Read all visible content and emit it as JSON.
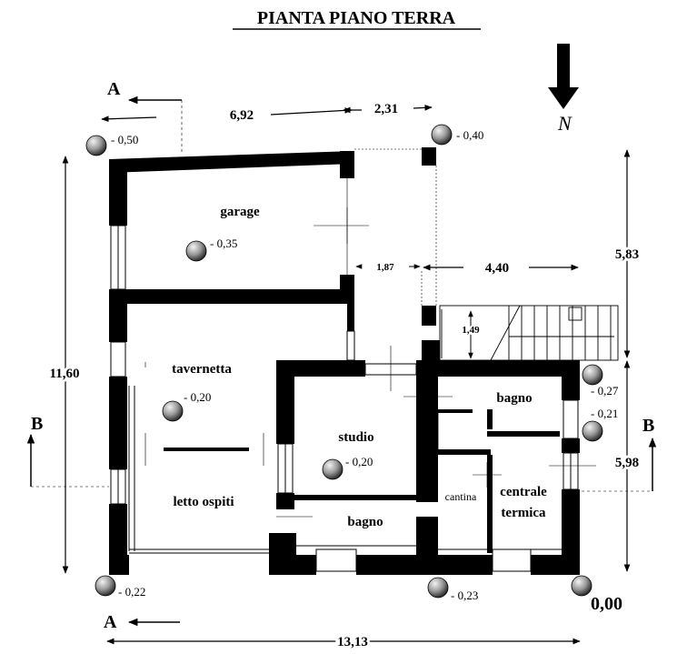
{
  "title": "PIANTA PIANO TERRA",
  "north_label": "N",
  "section_labels": {
    "a_top": "A",
    "a_bottom": "A",
    "b_left": "B",
    "b_right": "B"
  },
  "dimensions": {
    "top_left": "6,92",
    "top_right": "2,31",
    "left_total": "11,60",
    "right_upper": "5,83",
    "right_lower": "5,98",
    "bottom_total": "13,13",
    "gap_small": "1,87",
    "gap_large": "4,40",
    "stair": "1,49"
  },
  "elevations": {
    "nw_corner": "- 0,50",
    "ne_corner": "- 0,40",
    "east_upper": "- 0,27",
    "east_lower": "- 0,21",
    "sw_corner": "- 0,22",
    "south_mid": "- 0,23",
    "se_corner": "0,00",
    "garage": "- 0,35",
    "tavernetta": "- 0,20",
    "studio": "- 0,20"
  },
  "rooms": {
    "garage": "garage",
    "tavernetta": "tavernetta",
    "letto_ospiti": "letto ospiti",
    "studio": "studio",
    "bagno_lower": "bagno",
    "bagno_upper": "bagno",
    "cantina": "cantina",
    "centrale_1": "centrale",
    "centrale_2": "termica"
  },
  "colors": {
    "wall": "#000000",
    "line": "#000000",
    "marker_dark": "#3a3a3a",
    "marker_light": "#e6e6e6"
  }
}
